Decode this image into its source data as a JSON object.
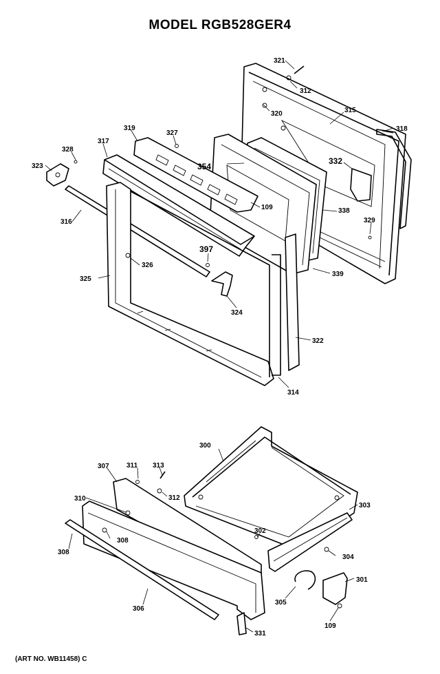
{
  "title": "MODEL RGB528GER4",
  "art_number": "(ART NO. WB11458) C",
  "part_labels": {
    "p321": "321",
    "p312a": "312",
    "p320": "320",
    "p315": "315",
    "p318": "318",
    "p319": "319",
    "p327": "327",
    "p328": "328",
    "p317": "317",
    "p323": "323",
    "p354": "354",
    "p332": "332",
    "p109a": "109",
    "p338": "338",
    "p329": "329",
    "p316": "316",
    "p397": "397",
    "p326": "326",
    "p339": "339",
    "p325": "325",
    "p324": "324",
    "p322": "322",
    "p314": "314",
    "p300": "300",
    "p307": "307",
    "p311": "311",
    "p313": "313",
    "p312b": "312",
    "p310": "310",
    "p303": "303",
    "p302": "302",
    "p308a": "308",
    "p308b": "308",
    "p304": "304",
    "p301": "301",
    "p305": "305",
    "p306": "306",
    "p109b": "109",
    "p331": "331"
  }
}
